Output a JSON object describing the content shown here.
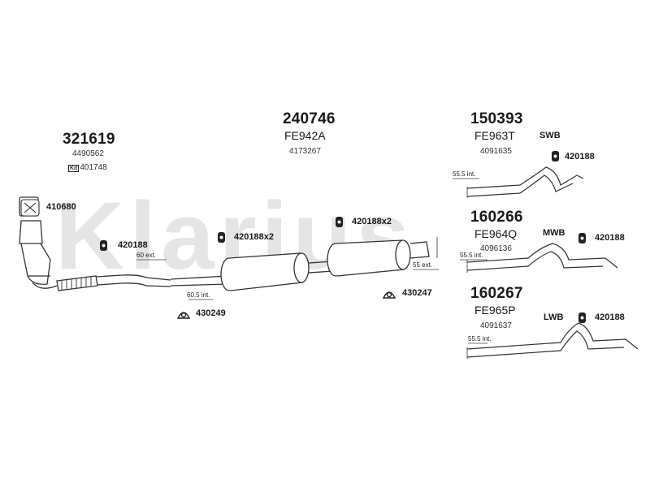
{
  "watermark": "Klarius",
  "parts": {
    "catalyst": {
      "number": "321619",
      "oe": "4490562",
      "kit_label": "Kit",
      "kit": "401748"
    },
    "centre_silencer": {
      "number": "240746",
      "code": "FE942A",
      "oe": "4173267"
    },
    "rear_swb": {
      "number": "150393",
      "code": "FE963T",
      "oe": "4091635"
    },
    "rear_mwb": {
      "number": "160266",
      "code": "FE964Q",
      "oe": "4096136"
    },
    "rear_lwb": {
      "number": "160267",
      "code": "FE965P",
      "oe": "4091637"
    }
  },
  "fittings": {
    "gasket": "410680",
    "hanger_cat": "420188",
    "hanger_front": "420188x2",
    "hanger_mid": "420188x2",
    "clamp_front": "430249",
    "clamp_rear": "430247",
    "hanger_swb": "420188",
    "hanger_mwb": "420188",
    "hanger_lwb": "420188"
  },
  "variants": {
    "swb": "SWB",
    "mwb": "MWB",
    "lwb": "LWB"
  },
  "dimensions": {
    "d60ext": "60 ext.",
    "d605int": "60.5 int.",
    "d55ext": "55 ext.",
    "d555_swb": "55.5 int.",
    "d555_mwb": "55.5 int.",
    "d555_lwb": "55.5 int."
  }
}
